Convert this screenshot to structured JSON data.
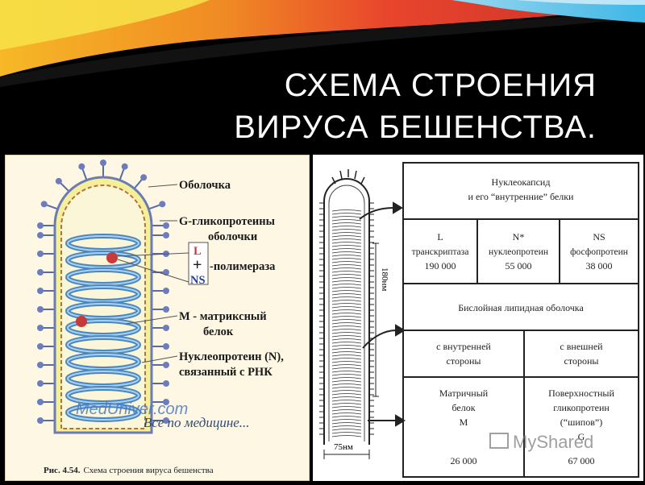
{
  "slide": {
    "title_lines": [
      "СХЕМА СТРОЕНИЯ",
      "ВИРУСА БЕШЕНСТВА."
    ],
    "colors": {
      "background": "#000000",
      "title": "#ffffff",
      "swoosh": [
        "#f5a623",
        "#e8452c",
        "#f7e34a",
        "#3fb7e6"
      ]
    }
  },
  "diagram": {
    "labels": {
      "envelope": "Оболочка",
      "glyco_1": "G-гликопротеины",
      "glyco_2": "оболочки",
      "L": "L",
      "plus": "+",
      "NS": "NS",
      "polymerase": "-полимераза",
      "matrix_1": "M - матриксный",
      "matrix_2": "белок",
      "nucleo_1": "Нуклеопротеин (N),",
      "nucleo_2": "связанный с РНК"
    },
    "caption_bold": "Рис. 4.54.",
    "caption_text": "Схема строения вируса бешенства",
    "watermark_site": "MedUniver.com",
    "watermark_slogan": "Все по медицине..."
  },
  "sketch": {
    "length_label": "180нм",
    "width_label": "75нм"
  },
  "table": {
    "header_1": "Нуклеокапсид",
    "header_2": "и его “внутренние” белки",
    "proteins": [
      {
        "name": "L",
        "role": "транскриптаза",
        "mass": "190 000"
      },
      {
        "name": "N*",
        "role": "нуклеопротеин",
        "mass": "55 000"
      },
      {
        "name": "NS",
        "role": "фосфопротеин",
        "mass": "38 000"
      }
    ],
    "membrane": "Бислойная липидная оболочка",
    "inner_1": "с внутренней",
    "inner_2": "стороны",
    "outer_1": "с внешней",
    "outer_2": "стороны",
    "matrix_1": "Матричный",
    "matrix_2": "белок",
    "matrix_3": "M",
    "matrix_mass": "26 000",
    "surface_1": "Поверхностный",
    "surface_2": "гликопротеин",
    "surface_3": "(“шипов”)",
    "surface_4": "G",
    "surface_mass": "67 000"
  },
  "watermark": {
    "text": "MyShared"
  }
}
